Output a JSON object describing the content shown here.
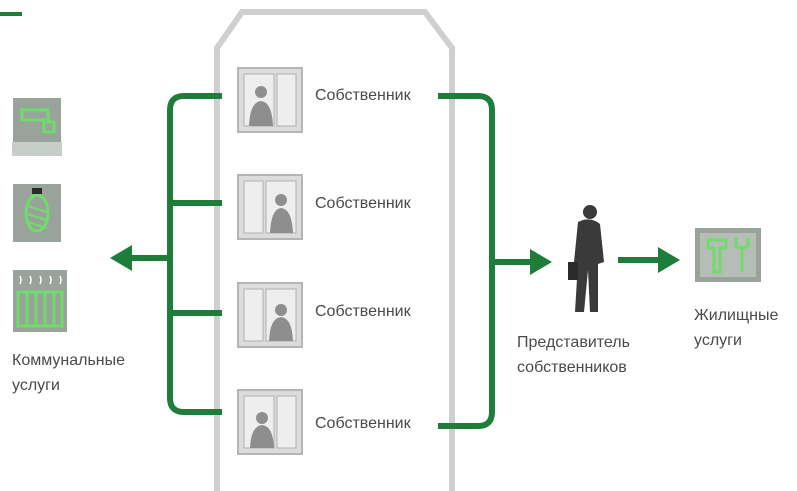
{
  "diagram": {
    "owner_label": "Собственник",
    "owners": [
      {
        "label": "Собственник"
      },
      {
        "label": "Собственник"
      },
      {
        "label": "Собственник"
      },
      {
        "label": "Собственник"
      }
    ],
    "utilities": {
      "line1": "Коммунальные",
      "line2": "услуги",
      "icons": [
        "faucet-icon",
        "light-bulb-icon",
        "radiator-icon"
      ]
    },
    "representative": {
      "line1": "Представитель",
      "line2": "собственников",
      "icon": "person-icon"
    },
    "housing_services": {
      "line1": "Жилищные",
      "line2": "услуги",
      "icon": "tools-icon"
    },
    "colors": {
      "accent_green": "#1e7d3a",
      "building_outline": "#cfcfcf",
      "icon_bg": "#9aa39b",
      "text": "#4a4a4a"
    }
  }
}
